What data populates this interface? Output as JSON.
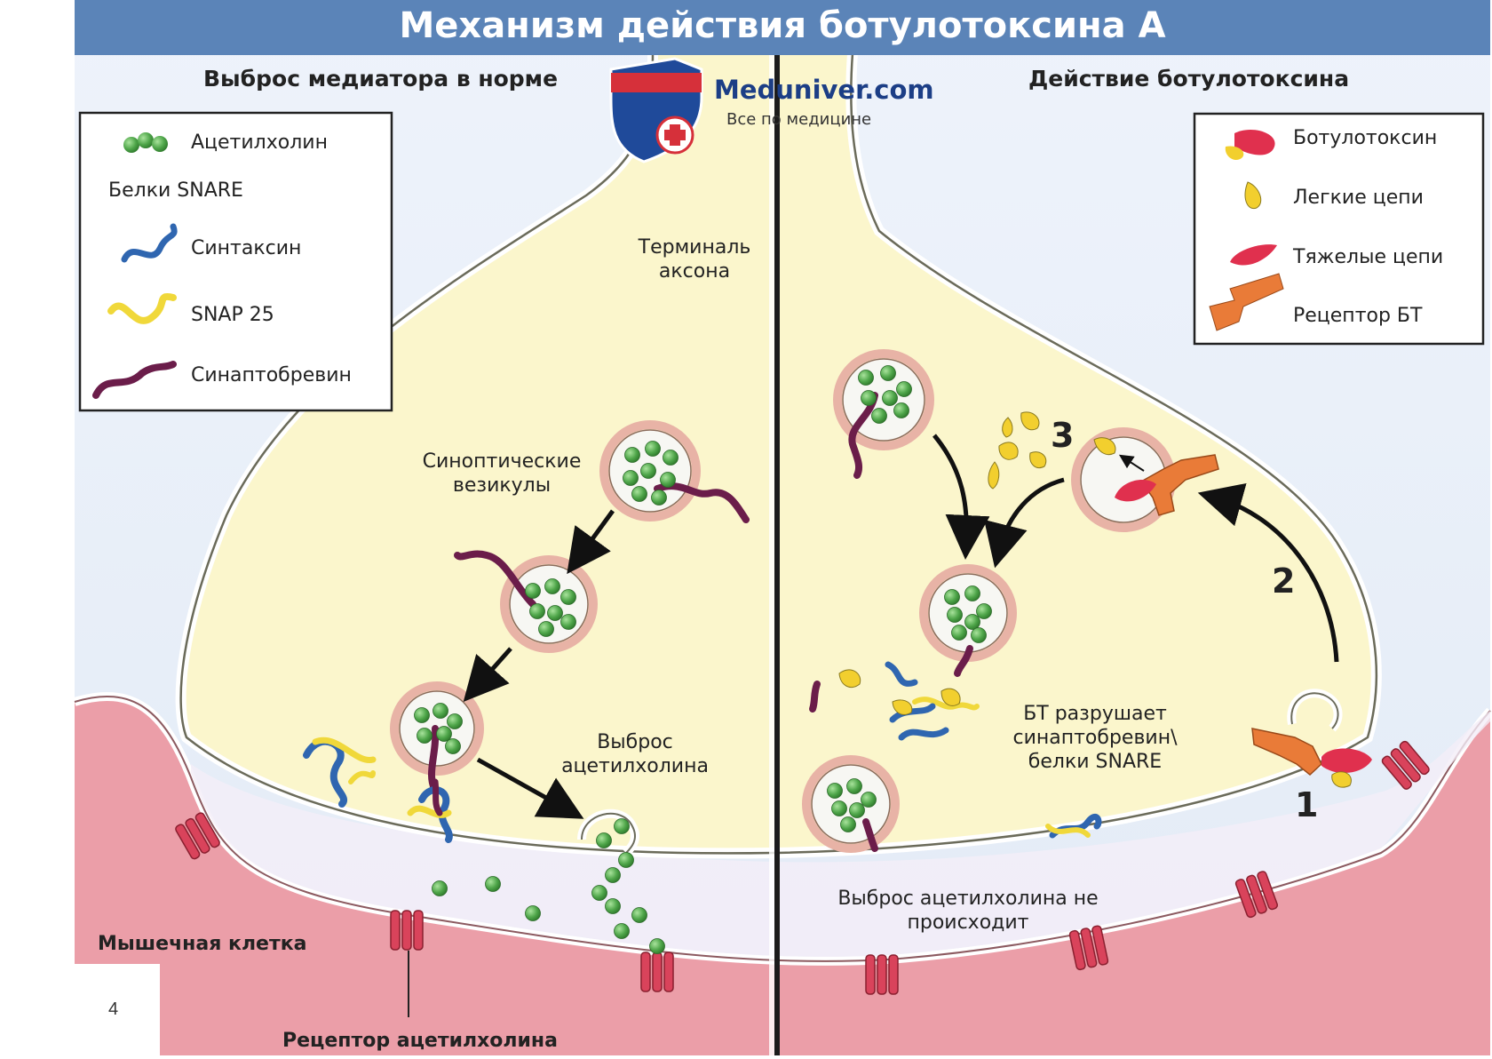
{
  "title": "Механизм действия ботулотоксина А",
  "left_panel": {
    "heading": "Выброс медиатора в норме",
    "labels": {
      "axon_terminal": "Терминаль аксона",
      "vesicles": "Синоптические везикулы",
      "release": "Выброс ацетилхолина",
      "muscle_cell": "Мышечная клетка",
      "receptor": "Рецептор ацетилхолина"
    },
    "legend": {
      "acetylcholine": "Ацетилхолин",
      "snare_header": "Белки SNARE",
      "syntaxin": "Синтаксин",
      "snap25": "SNAP 25",
      "synaptobrevin": "Синаптобревин"
    }
  },
  "right_panel": {
    "heading": "Действие ботулотоксина",
    "labels": {
      "destroys": "БТ разрушает синаптобревин\\ белки SNARE",
      "no_release": "Выброс ацетилхолина не происходит"
    },
    "steps": [
      "1",
      "2",
      "3"
    ],
    "legend": {
      "botulotoxin": "Ботулотоксин",
      "light_chains": "Легкие цепи",
      "heavy_chains": "Тяжелые цепи",
      "bt_receptor": "Рецептор БТ"
    }
  },
  "logo": {
    "name": "Meduniver.com",
    "tagline": "Все по медицине"
  },
  "page_number": "4",
  "colors": {
    "banner": "#5b84b8",
    "terminal_fill": "#fbf6cc",
    "muscle_fill": "#eb9ea8",
    "cleft_fill": "#f4eef7",
    "acetylcholine": "#4fa64a",
    "syntaxin": "#2f66b0",
    "snap25": "#f0d83a",
    "synaptobrevin": "#6b1d4a",
    "heavy_chain": "#e0304e",
    "light_chain": "#f2cf2e",
    "bt_receptor": "#e97b38",
    "ach_receptor": "#d9435b"
  }
}
